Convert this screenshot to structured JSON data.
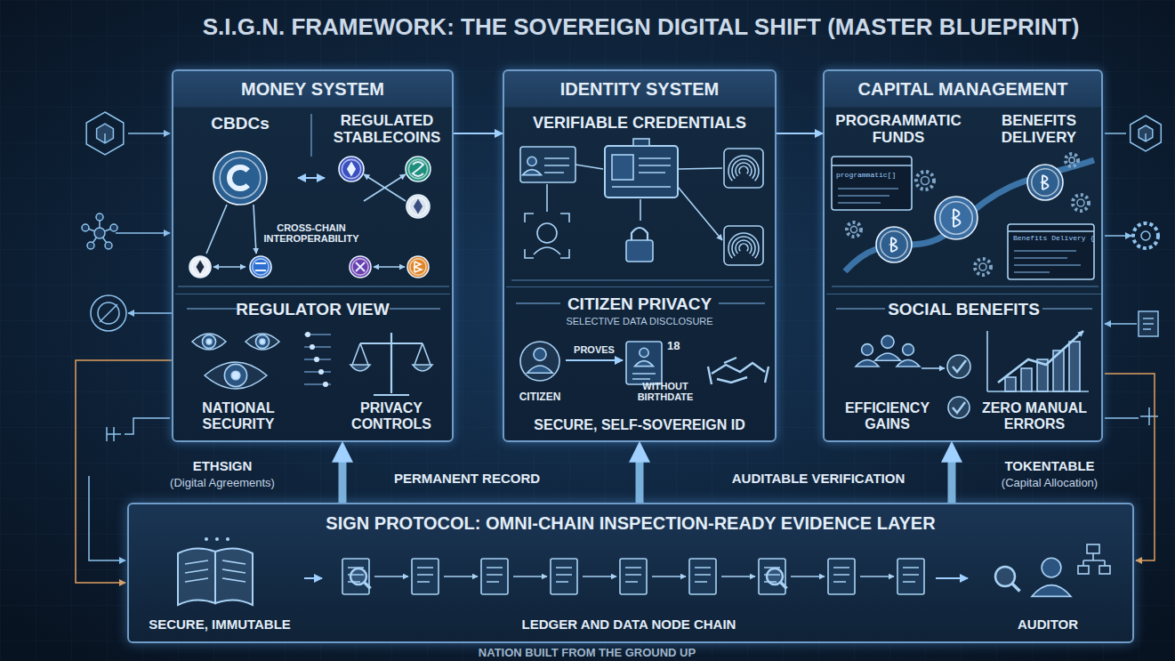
{
  "diagram": {
    "title": "S.I.G.N. FRAMEWORK: THE SOVEREIGN DIGITAL SHIFT (MASTER BLUEPRINT)",
    "caption": "NATION BUILT FROM THE GROUND UP",
    "nodes": [
      {
        "text": [
          "MONEY SYSTEM"
        ]
      },
      {
        "text": [
          "CBDCs"
        ],
        "in": 0
      },
      {
        "text": [
          "REGULATED STABLECOINS"
        ],
        "in": 0
      },
      {
        "text": [
          "REGULATOR VIEW"
        ],
        "in": 0
      },
      {
        "text": [
          "NATIONAL SECURITY"
        ],
        "in": 3
      },
      {
        "text": [
          "PRIVACY CONTROLS"
        ],
        "in": 3
      },
      {
        "text": [
          "IDENTITY SYSTEM"
        ]
      },
      {
        "text": [
          "VERIFIABLE CREDENTIALS"
        ],
        "in": 6
      },
      {
        "text": [
          "CITIZEN PRIVACY",
          "SELECTIVE DATA DISCLOSURE",
          "SECURE, SELF-SOVEREIGN ID"
        ],
        "in": 6
      },
      {
        "text": [
          "CITIZEN"
        ],
        "in": 8
      },
      {
        "text": [
          "18",
          "WITHOUT BIRTHDATE"
        ],
        "in": 8
      },
      {
        "text": [
          "CAPITAL MANAGEMENT"
        ]
      },
      {
        "text": [
          "PROGRAMMATIC FUNDS"
        ],
        "in": 11
      },
      {
        "text": [
          "BENEFITS DELIVERY"
        ],
        "in": 11
      },
      {
        "text": [
          "SOCIAL BENEFITS"
        ],
        "in": 11
      },
      {
        "text": [
          "EFFICIENCY GAINS"
        ],
        "in": 14
      },
      {
        "text": [
          "ZERO MANUAL ERRORS"
        ],
        "in": 14
      },
      {
        "text": [
          "SIGN PROTOCOL: OMNI-CHAIN INSPECTION-READY EVIDENCE LAYER"
        ]
      },
      {
        "text": [
          "SECURE, IMMUTABLE"
        ],
        "in": 17
      },
      {
        "text": [
          "LEDGER AND DATA NODE CHAIN"
        ],
        "in": 17
      },
      {
        "text": [
          "AUDITOR"
        ],
        "in": 17
      }
    ],
    "edges": [
      {
        "from": 1,
        "to": 2,
        "arrow": "both",
        "label": "CROSS-CHAIN INTEROPERABILITY"
      },
      {
        "from": 0,
        "to": 6,
        "arrow": "to"
      },
      {
        "from": 6,
        "to": 11,
        "arrow": "to"
      },
      {
        "from": 9,
        "to": 10,
        "arrow": "to",
        "label": "PROVES"
      },
      {
        "from": 17,
        "to": 0,
        "arrow": "to",
        "label": "PERMANENT RECORD"
      },
      {
        "from": 17,
        "to": 6,
        "arrow": "to"
      },
      {
        "from": 17,
        "to": 11,
        "arrow": "to",
        "label": "AUDITABLE VERIFICATION"
      },
      {
        "from": 18,
        "to": 19,
        "arrow": "to"
      },
      {
        "from": 19,
        "to": 20,
        "arrow": "to"
      }
    ],
    "labels": [
      "ETHSIGN",
      "(Digital Agreements)",
      "TOKENTABLE",
      "(Capital Allocation)",
      "programmatic[]",
      "Benefits Delivery {"
    ]
  }
}
